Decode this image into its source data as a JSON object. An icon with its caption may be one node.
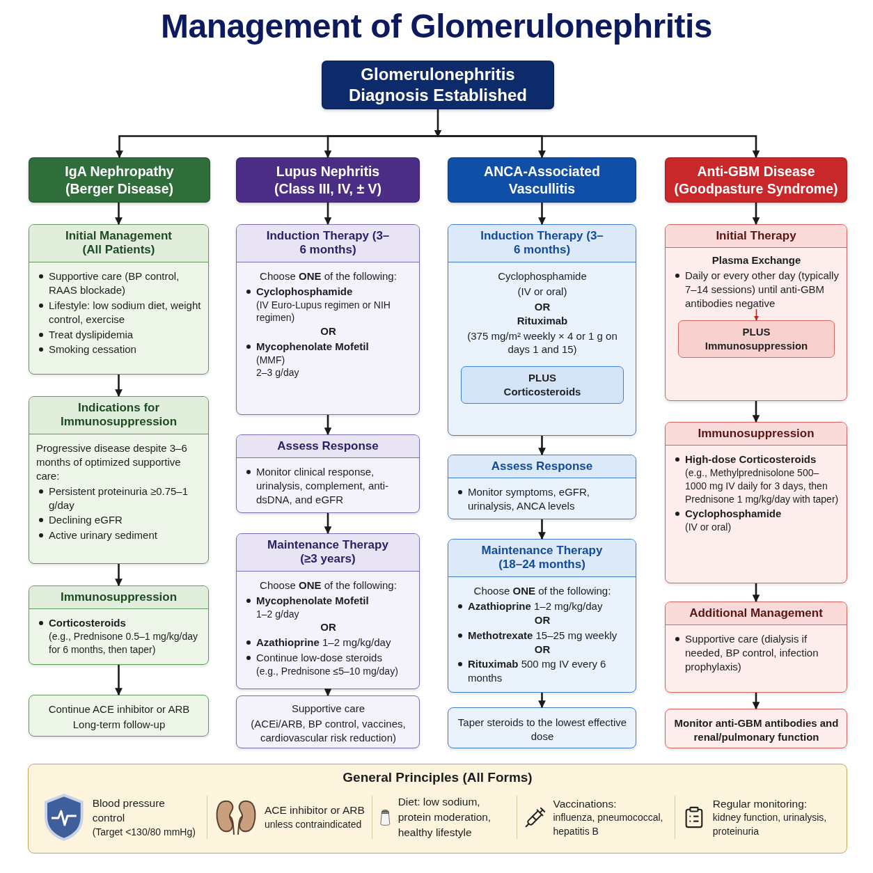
{
  "diagram": {
    "title": "Management of Glomerulonephritis",
    "nodes": [
      {
        "text": [
          "Glomerulonephritis Diagnosis Established"
        ]
      },
      {
        "text": [
          "IgA Nephropathy (Berger Disease)"
        ]
      },
      {
        "text": [
          "Lupus Nephritis (Class III, IV, ± V)"
        ]
      },
      {
        "text": [
          "ANCA-Associated Vascullitis"
        ]
      },
      {
        "text": [
          "Anti-GBM Disease (Goodpasture Syndrome)"
        ]
      },
      {
        "text": [
          "Initial Management (All Patients)",
          "Supportive care (BP control, RAAS blockade)",
          "Lifestyle: low sodium diet, weight control, exercise",
          "Treat dyslipidemia",
          "Smoking cessation"
        ]
      },
      {
        "text": [
          "Indications for Immunosuppression",
          "Progressive disease despite 3–6 months of optimized supportive care:",
          "Persistent proteinuria ≥0.75–1 g/day",
          "Declining eGFR",
          "Active urinary sediment"
        ]
      },
      {
        "text": [
          "Immunosuppression",
          "Corticosteroids",
          "(e.g., Prednisone 0.5–1 mg/kg/day for 6 months, then taper)"
        ]
      },
      {
        "text": [
          "Continue ACE inhibitor or ARB",
          "Long-term follow-up"
        ]
      },
      {
        "text": [
          "Induction Therapy (3–6 months)",
          "Choose **ONE** of the following:",
          "Cyclophosphamide",
          "(IV Euro-Lupus regimen or NIH regimen)",
          "OR",
          "Mycophenolate Mofetil",
          "(MMF)",
          "2–3 g/day"
        ]
      },
      {
        "text": [
          "Assess Response",
          "Monitor clinical response, urinalysis, complement, anti-dsDNA, and eGFR"
        ]
      },
      {
        "text": [
          "Maintenance Therapy (≥3 years)",
          "Choose **ONE** of the following:",
          "Mycophenolate Mofetil",
          "1–2 g/day",
          "OR",
          "**Azathioprine** 1–2 mg/kg/day",
          "Continue low-dose steroids",
          "(e.g., Prednisone ≤5–10 mg/day)"
        ]
      },
      {
        "text": [
          "Supportive care",
          "(ACEi/ARB, BP control, vaccines, cardiovascular risk reduction)"
        ]
      },
      {
        "text": [
          "Induction Therapy (3–6 months)",
          "Cyclophosphamide",
          "(IV or oral)",
          "OR",
          "Rituximab",
          "(375 mg/m² weekly × 4 or 1 g on days 1 and 15)"
        ]
      },
      {
        "text": [
          "PLUS",
          "Corticosteroids"
        ],
        "in": 13
      },
      {
        "text": [
          "Assess Response",
          "Monitor symptoms, eGFR, urinalysis, ANCA levels"
        ]
      },
      {
        "text": [
          "Maintenance Therapy (18–24 months)",
          "Choose **ONE** of the following:",
          "**Azathioprine** 1–2 mg/kg/day",
          "OR",
          "**Methotrexate** 15–25 mg weekly",
          "OR",
          "**Rituximab** 500 mg IV every 6 months"
        ]
      },
      {
        "text": [
          "Taper steroids to the lowest effective dose"
        ]
      },
      {
        "text": [
          "Initial Therapy",
          "Plasma Exchange",
          "Daily or every other day (typically 7–14 sessions) until anti-GBM antibodies negative"
        ]
      },
      {
        "text": [
          "PLUS",
          "Immunosuppression"
        ],
        "in": 18
      },
      {
        "text": [
          "Immunosuppression",
          "High-dose Corticosteroids",
          "(e.g., Methylprednisolone 500–1000 mg IV daily for 3 days, then Prednisone 1 mg/kg/day with taper)",
          "Cyclophosphamide",
          "(IV or oral)"
        ]
      },
      {
        "text": [
          "Additional Management",
          "Supportive care (dialysis if needed, BP control, infection prophylaxis)"
        ]
      },
      {
        "text": [
          "Monitor anti-GBM antibodies and renal/pulmonary function"
        ]
      },
      {
        "text": [
          "General Principles (All Forms)"
        ]
      }
    ],
    "edges": [
      {
        "from": 0,
        "to": 1,
        "arrow": "to"
      },
      {
        "from": 0,
        "to": 2,
        "arrow": "to"
      },
      {
        "from": 0,
        "to": 3,
        "arrow": "to"
      },
      {
        "from": 0,
        "to": 4,
        "arrow": "to"
      },
      {
        "from": 1,
        "to": 5,
        "arrow": "to"
      },
      {
        "from": 5,
        "to": 6,
        "arrow": "to"
      },
      {
        "from": 6,
        "to": 7,
        "arrow": "to"
      },
      {
        "from": 7,
        "to": 8,
        "arrow": "to"
      },
      {
        "from": 2,
        "to": 9,
        "arrow": "to"
      },
      {
        "from": 9,
        "to": 10,
        "arrow": "to"
      },
      {
        "from": 10,
        "to": 11,
        "arrow": "to"
      },
      {
        "from": 11,
        "to": 12,
        "arrow": "to"
      },
      {
        "from": 3,
        "to": 13,
        "arrow": "to"
      },
      {
        "from": 13,
        "to": 15,
        "arrow": "to"
      },
      {
        "from": 15,
        "to": 16,
        "arrow": "to"
      },
      {
        "from": 16,
        "to": 17,
        "arrow": "to"
      },
      {
        "from": 4,
        "to": 18,
        "arrow": "to"
      },
      {
        "from": 18,
        "to": 20,
        "arrow": "to"
      },
      {
        "from": 20,
        "to": 21,
        "arrow": "to"
      },
      {
        "from": 21,
        "to": 22,
        "arrow": "to"
      },
      {
        "from": null,
        "to": 19,
        "arrow": "to",
        "color": "#b3261e"
      }
    ],
    "labels": [
      "Blood pressure control",
      "(Target <130/80 mmHg)",
      "ACE inhibitor or ARB",
      "unless contraindicated",
      "Diet: low sodium, protein moderation, healthy lifestyle",
      "Vaccinations:",
      "influenza, pneumococcal, hepatitis B",
      "Regular monitoring:",
      "kidney function, urinalysis, proteinuria"
    ]
  }
}
